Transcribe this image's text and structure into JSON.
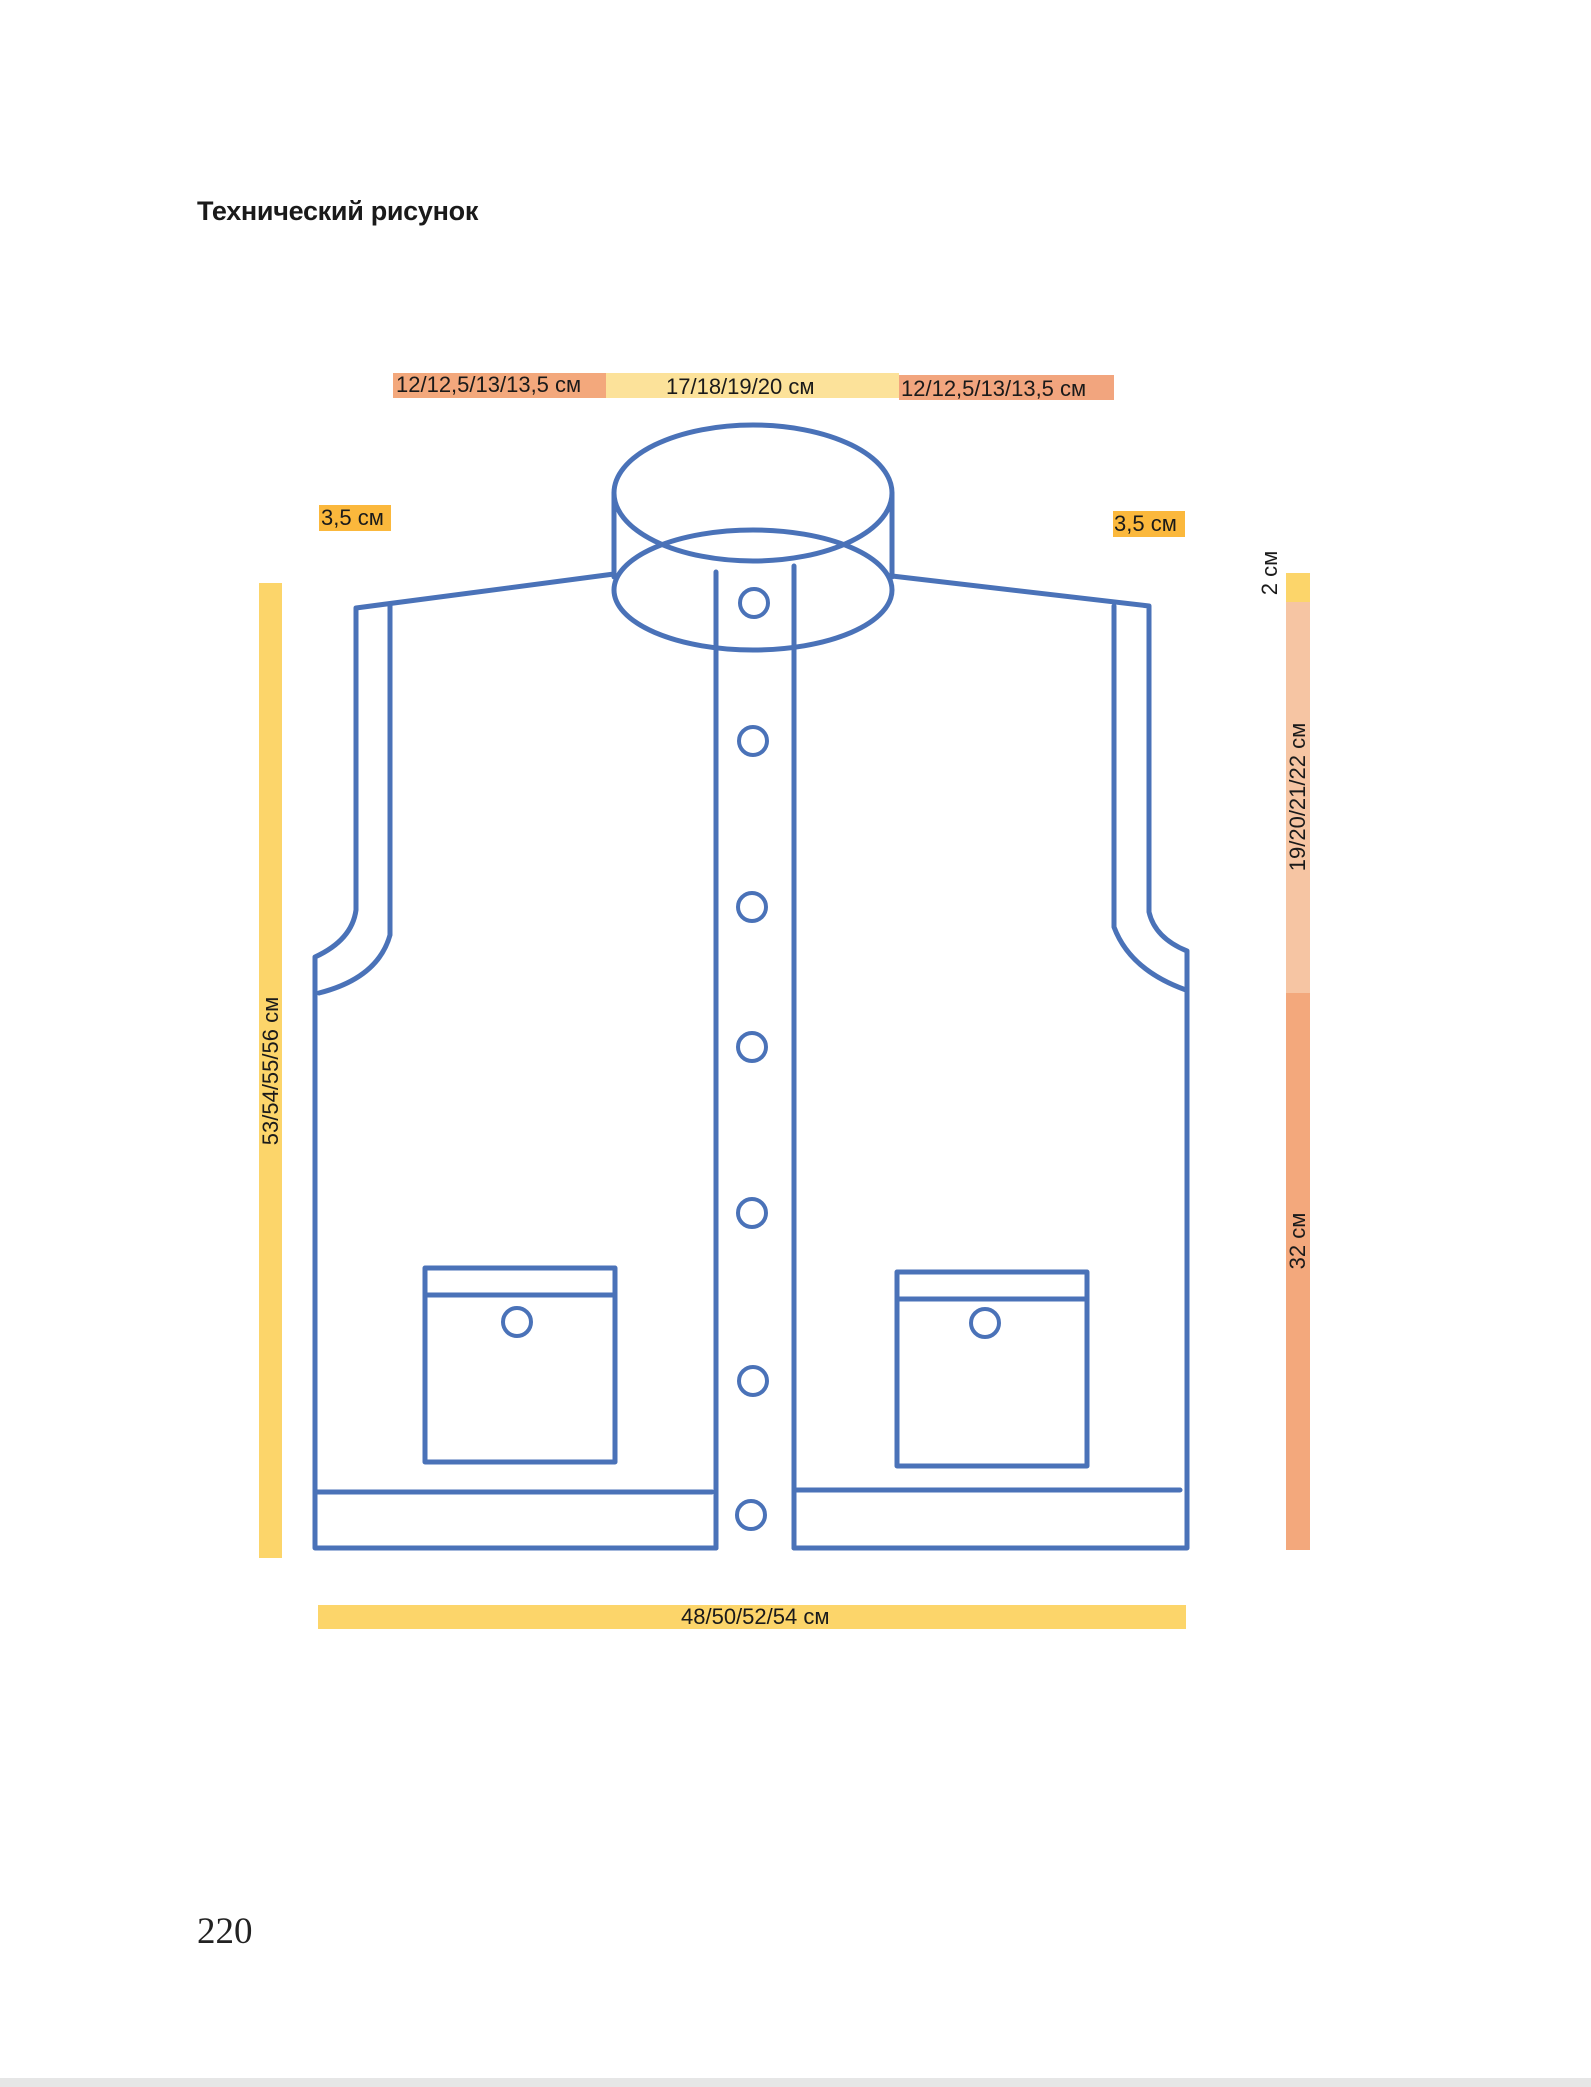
{
  "page": {
    "title": "Технический рисунок",
    "page_number": "220"
  },
  "dimensions": {
    "shoulder_left": "12/12,5/13/13,5 см",
    "neck_width": "17/18/19/20 см",
    "shoulder_right": "12/12,5/13/13,5 см",
    "shoulder_drop_left": "3,5 см",
    "shoulder_drop_right": "3,5 см",
    "total_length": "53/54/55/56 см",
    "width": "48/50/52/54 см",
    "collar_height": "2 см",
    "armhole_depth": "19/20/21/22 см",
    "side_length": "32 см"
  },
  "colors": {
    "outline": "#4a72b8",
    "bar_yellow": "#fcd56a",
    "bar_light_yellow": "#fce29a",
    "bar_orange_pale": "#f6c5a3",
    "bar_orange": "#f3a87c",
    "bar_salmon": "#f2a57e",
    "tag_amber": "#fbb83c"
  }
}
